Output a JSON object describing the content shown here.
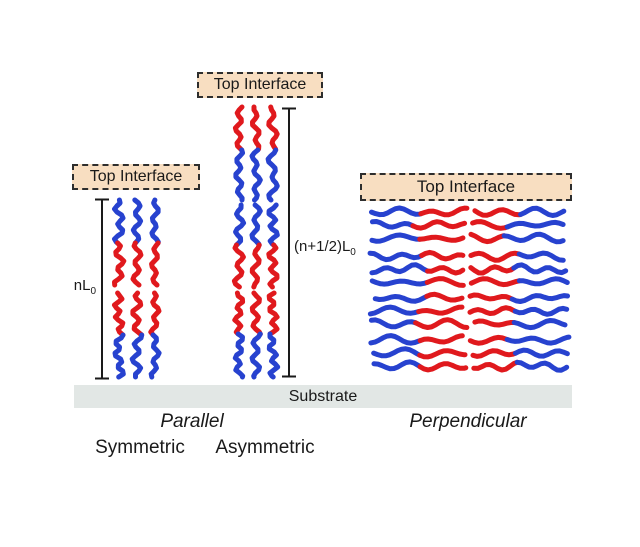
{
  "labels": {
    "top_interface": "Top Interface",
    "substrate": "Substrate",
    "parallel": "Parallel",
    "perpendicular": "Perpendicular",
    "symmetric": "Symmetric",
    "asymmetric": "Asymmetric"
  },
  "measurements": {
    "symmetric_height": {
      "main": "nL",
      "sub": "0"
    },
    "asymmetric_height": {
      "main": "(n+1/2)L",
      "sub": "0"
    }
  },
  "colors": {
    "block_a_red": "#e0191d",
    "block_b_blue": "#2742cf",
    "interface_fill": "#f8dec1",
    "interface_border": "#2e2e2e",
    "substrate_fill": "#e2e7e5",
    "annotation": "#1a1a1a"
  }
}
